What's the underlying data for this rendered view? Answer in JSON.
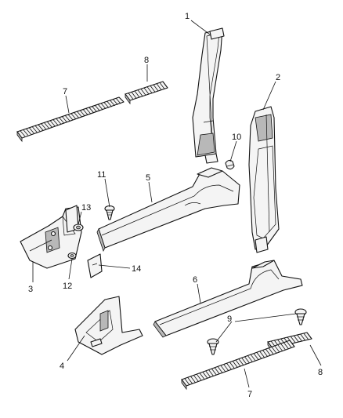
{
  "callouts": {
    "c1": "1",
    "c2": "2",
    "c3": "3",
    "c4": "4",
    "c5": "5",
    "c6": "6",
    "c7_top": "7",
    "c7_bottom": "7",
    "c8_top": "8",
    "c8_bottom": "8",
    "c9": "9",
    "c10": "10",
    "c11": "11",
    "c12": "12",
    "c13": "13",
    "c14": "14"
  }
}
